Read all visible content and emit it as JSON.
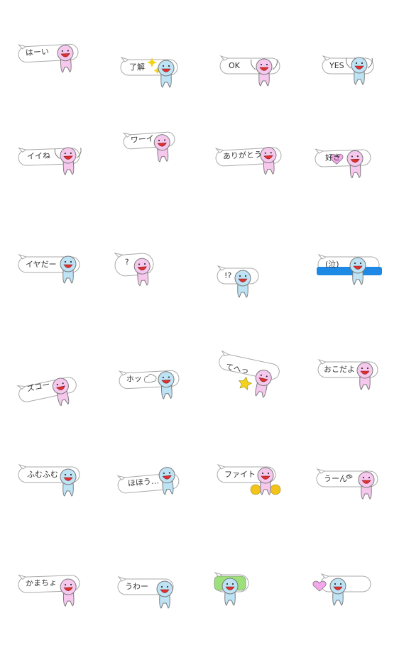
{
  "colors": {
    "pink": "#f6c8ee",
    "blue": "#bde3f5",
    "mouth": "#e03030",
    "outline": "#7a7a7a",
    "bubble_fill": "#ffffff",
    "bubble_stroke": "#aaaaaa",
    "green": "#9be07a",
    "water": "#1e88e5",
    "heart": "#f4a7ea",
    "star": "#f2d21a",
    "pompom": "#f2c41a"
  },
  "stickers": [
    {
      "text": "はーい",
      "body": "pink"
    },
    {
      "text": "了解",
      "body": "blue",
      "icon": "sparkle-icon"
    },
    {
      "text": "OK",
      "body": "pink",
      "icon": "ok-hand-icon"
    },
    {
      "text": "YES",
      "body": "blue",
      "icon": "raised-arms-icon"
    },
    {
      "text": "イイね",
      "body": "pink",
      "icon": "thumbs-up-icon"
    },
    {
      "text": "ワーイ",
      "body": "pink"
    },
    {
      "text": "ありがとう",
      "body": "pink"
    },
    {
      "text": "好き",
      "body": "pink",
      "icon": "heart-icon"
    },
    {
      "text": "イヤだー",
      "body": "blue"
    },
    {
      "text": "?",
      "body": "pink"
    },
    {
      "text": "!?",
      "body": "blue"
    },
    {
      "text": "(泣)",
      "body": "blue",
      "icon": "tear-water-icon"
    },
    {
      "text": "ズコー",
      "body": "pink"
    },
    {
      "text": "ホッ",
      "body": "blue",
      "icon": "puff-icon"
    },
    {
      "text": "てへっ",
      "body": "pink",
      "icon": "star-icon"
    },
    {
      "text": "おこだよ",
      "body": "pink",
      "icon": "angry-blush-icon"
    },
    {
      "text": "ふむふむ",
      "body": "blue"
    },
    {
      "text": "ほほう…",
      "body": "blue"
    },
    {
      "text": "ファイト",
      "body": "pink",
      "icon": "pompom-icon"
    },
    {
      "text": "うーん",
      "body": "pink",
      "icon": "scribble-icon"
    },
    {
      "text": "かまちょ",
      "body": "pink"
    },
    {
      "text": "うわー",
      "body": "blue"
    },
    {
      "text": "",
      "body": "blue",
      "icon": "green-bubble-icon"
    },
    {
      "text": "",
      "body": "blue",
      "icon": "heart-icon"
    }
  ]
}
